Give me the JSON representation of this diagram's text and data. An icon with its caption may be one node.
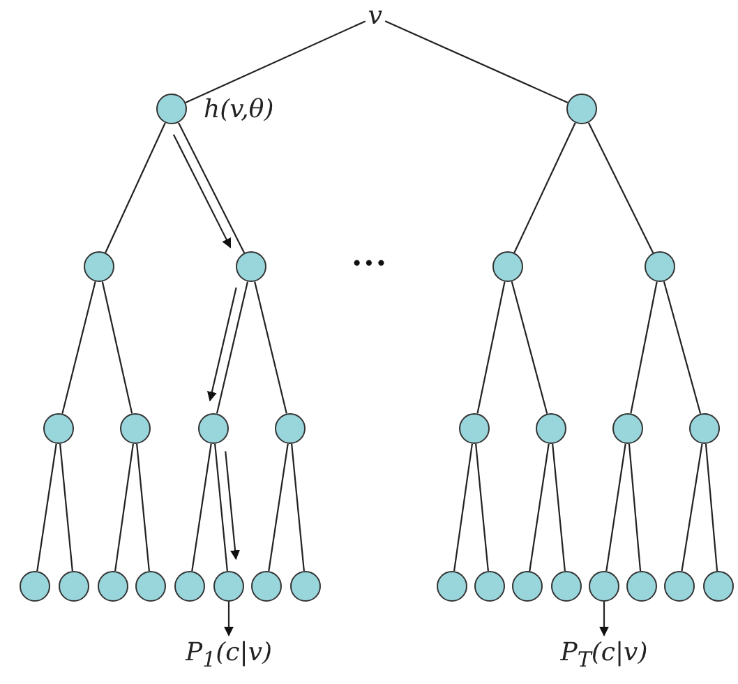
{
  "diagram": {
    "nodes": [
      {
        "text": [
          "v"
        ]
      },
      {
        "text": [],
        "shape": "circle",
        "beside": [
          "h(v,θ)"
        ]
      },
      {
        "text": [],
        "shape": "circle"
      },
      {
        "text": [],
        "shape": "circle"
      },
      {
        "text": [],
        "shape": "circle"
      },
      {
        "text": [],
        "shape": "circle"
      },
      {
        "text": [],
        "shape": "circle"
      },
      {
        "text": [],
        "shape": "circle"
      },
      {
        "text": [],
        "shape": "circle"
      },
      {
        "text": [],
        "shape": "circle"
      },
      {
        "text": [],
        "shape": "circle"
      },
      {
        "text": [],
        "shape": "circle"
      },
      {
        "text": [],
        "shape": "circle"
      },
      {
        "text": [],
        "shape": "circle"
      },
      {
        "text": [],
        "shape": "circle"
      },
      {
        "text": [],
        "shape": "circle"
      },
      {
        "text": [],
        "shape": "circle"
      },
      {
        "text": [],
        "shape": "circle"
      },
      {
        "text": [],
        "shape": "circle"
      },
      {
        "text": [],
        "shape": "circle"
      },
      {
        "text": [],
        "shape": "circle"
      },
      {
        "text": [],
        "shape": "circle"
      },
      {
        "text": [],
        "shape": "circle"
      },
      {
        "text": [],
        "shape": "circle"
      },
      {
        "text": [],
        "shape": "circle"
      },
      {
        "text": [],
        "shape": "circle"
      },
      {
        "text": [],
        "shape": "circle"
      },
      {
        "text": [],
        "shape": "circle"
      },
      {
        "text": [],
        "shape": "circle"
      },
      {
        "text": [],
        "shape": "circle"
      },
      {
        "text": [],
        "shape": "circle"
      },
      {
        "text": [
          "P$_{1}$(c|v)"
        ]
      },
      {
        "text": [
          "P$_{T}$(c|v)"
        ]
      }
    ],
    "edges": [
      {
        "from": 0,
        "to": 1,
        "arrow": "none"
      },
      {
        "from": 0,
        "to": 2,
        "arrow": "none"
      },
      {
        "from": 1,
        "to": 3,
        "arrow": "none"
      },
      {
        "from": 1,
        "to": 4,
        "arrow": "none"
      },
      {
        "from": 2,
        "to": 5,
        "arrow": "none"
      },
      {
        "from": 2,
        "to": 6,
        "arrow": "none"
      },
      {
        "from": 3,
        "to": 7,
        "arrow": "none"
      },
      {
        "from": 3,
        "to": 8,
        "arrow": "none"
      },
      {
        "from": 4,
        "to": 9,
        "arrow": "none"
      },
      {
        "from": 4,
        "to": 10,
        "arrow": "none"
      },
      {
        "from": 5,
        "to": 11,
        "arrow": "none"
      },
      {
        "from": 5,
        "to": 12,
        "arrow": "none"
      },
      {
        "from": 6,
        "to": 13,
        "arrow": "none"
      },
      {
        "from": 6,
        "to": 14,
        "arrow": "none"
      },
      {
        "from": 7,
        "to": 15,
        "arrow": "none"
      },
      {
        "from": 7,
        "to": 16,
        "arrow": "none"
      },
      {
        "from": 8,
        "to": 17,
        "arrow": "none"
      },
      {
        "from": 8,
        "to": 18,
        "arrow": "none"
      },
      {
        "from": 9,
        "to": 19,
        "arrow": "none"
      },
      {
        "from": 9,
        "to": 20,
        "arrow": "none"
      },
      {
        "from": 10,
        "to": 21,
        "arrow": "none"
      },
      {
        "from": 10,
        "to": 22,
        "arrow": "none"
      },
      {
        "from": 11,
        "to": 23,
        "arrow": "none"
      },
      {
        "from": 11,
        "to": 24,
        "arrow": "none"
      },
      {
        "from": 12,
        "to": 25,
        "arrow": "none"
      },
      {
        "from": 12,
        "to": 26,
        "arrow": "none"
      },
      {
        "from": 13,
        "to": 27,
        "arrow": "none"
      },
      {
        "from": 13,
        "to": 28,
        "arrow": "none"
      },
      {
        "from": 14,
        "to": 29,
        "arrow": "none"
      },
      {
        "from": 14,
        "to": 30,
        "arrow": "none"
      },
      {
        "from": 1,
        "to": 4,
        "arrow": "to"
      },
      {
        "from": 4,
        "to": 9,
        "arrow": "to"
      },
      {
        "from": 9,
        "to": 20,
        "arrow": "to"
      },
      {
        "from": 20,
        "to": 31,
        "arrow": "to"
      },
      {
        "from": 27,
        "to": 32,
        "arrow": "to"
      }
    ],
    "labels": [
      "..."
    ]
  }
}
